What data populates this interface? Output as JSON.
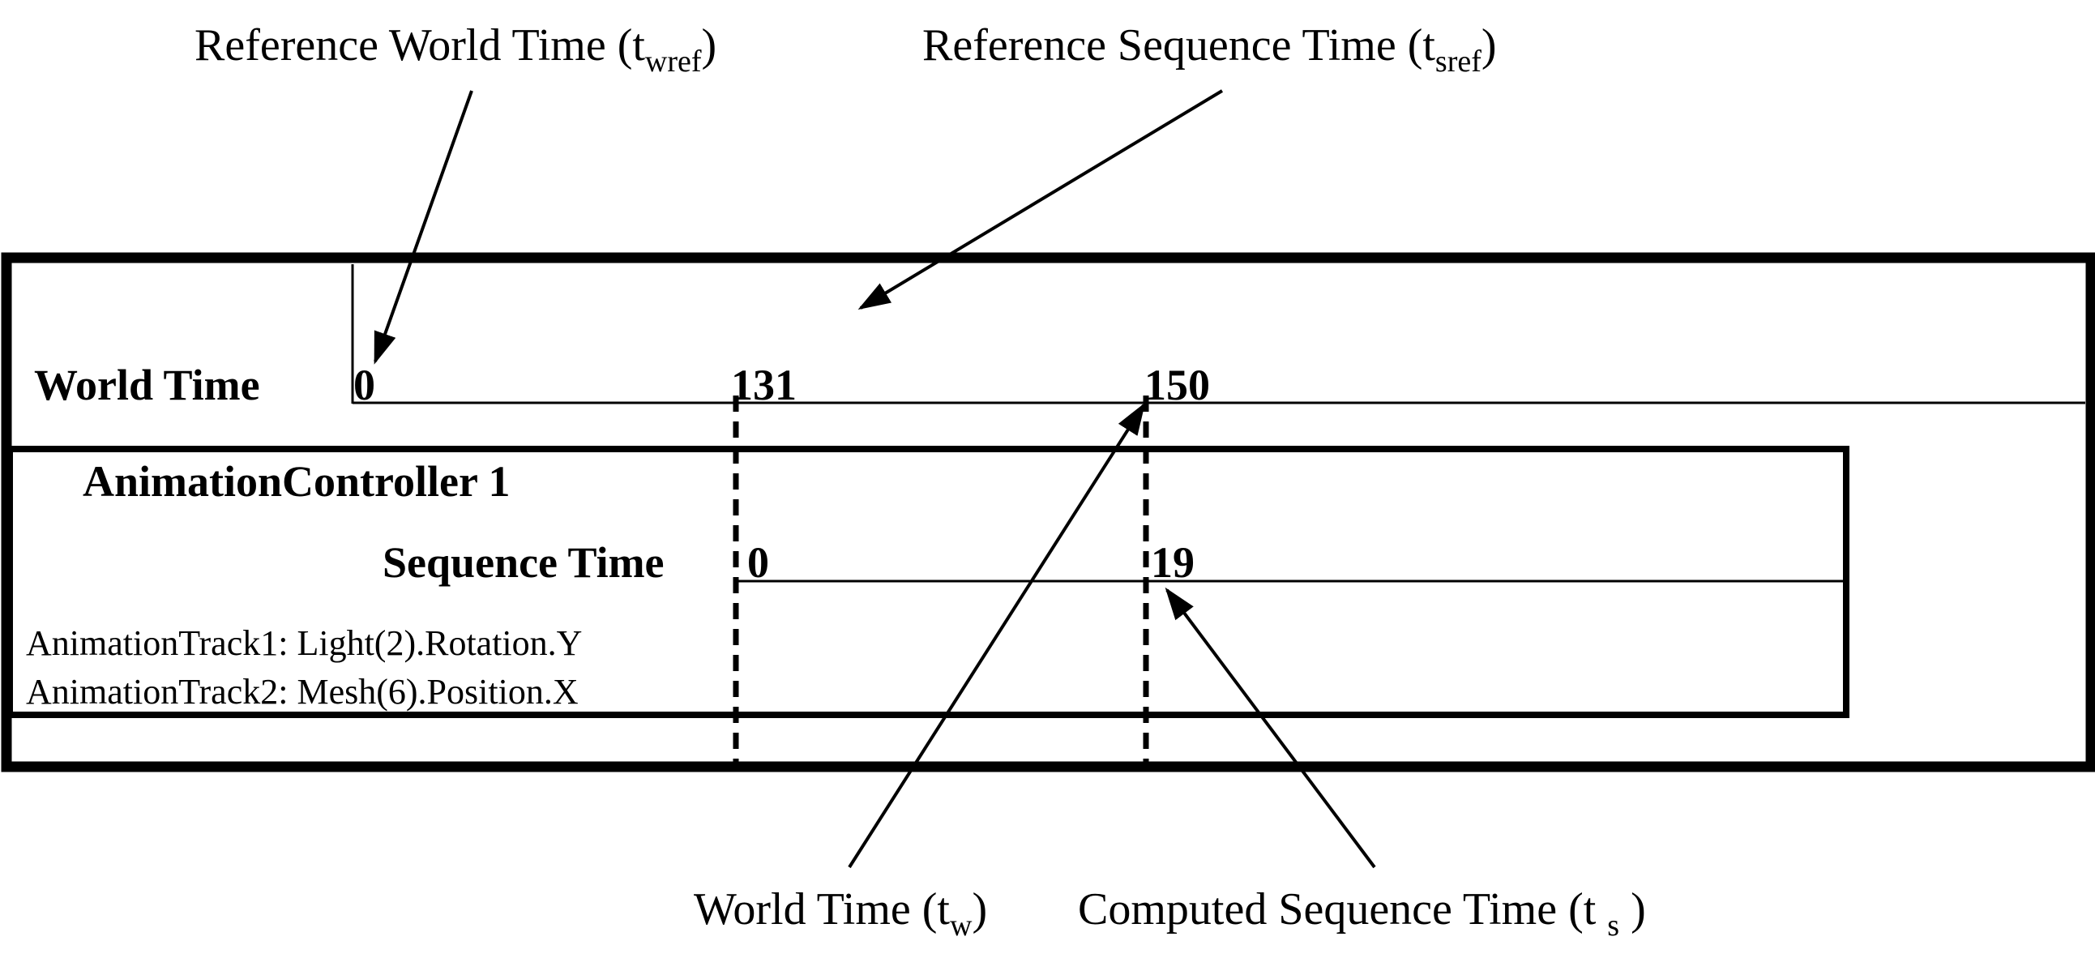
{
  "callouts": {
    "ref_world_time": {
      "text": "Reference World Time (t",
      "sub": "wref",
      "close": ")"
    },
    "ref_seq_time": {
      "text": "Reference Sequence Time (t",
      "sub": "sref",
      "close": ")"
    },
    "world_time": {
      "text": "World Time (t",
      "sub": "w",
      "close": ")"
    },
    "computed_seq_time": {
      "text": "Computed Sequence Time (t ",
      "sub": "s",
      "close": " )"
    }
  },
  "world_row": {
    "label": "World Time",
    "ticks": [
      "0",
      "131",
      "150"
    ]
  },
  "controller": {
    "title": "AnimationController 1",
    "sequence_label": "Sequence Time",
    "seq_ticks": [
      "0",
      "19"
    ],
    "tracks": [
      "AnimationTrack1: Light(2).Rotation.Y",
      "AnimationTrack2: Mesh(6).Position.X"
    ]
  }
}
